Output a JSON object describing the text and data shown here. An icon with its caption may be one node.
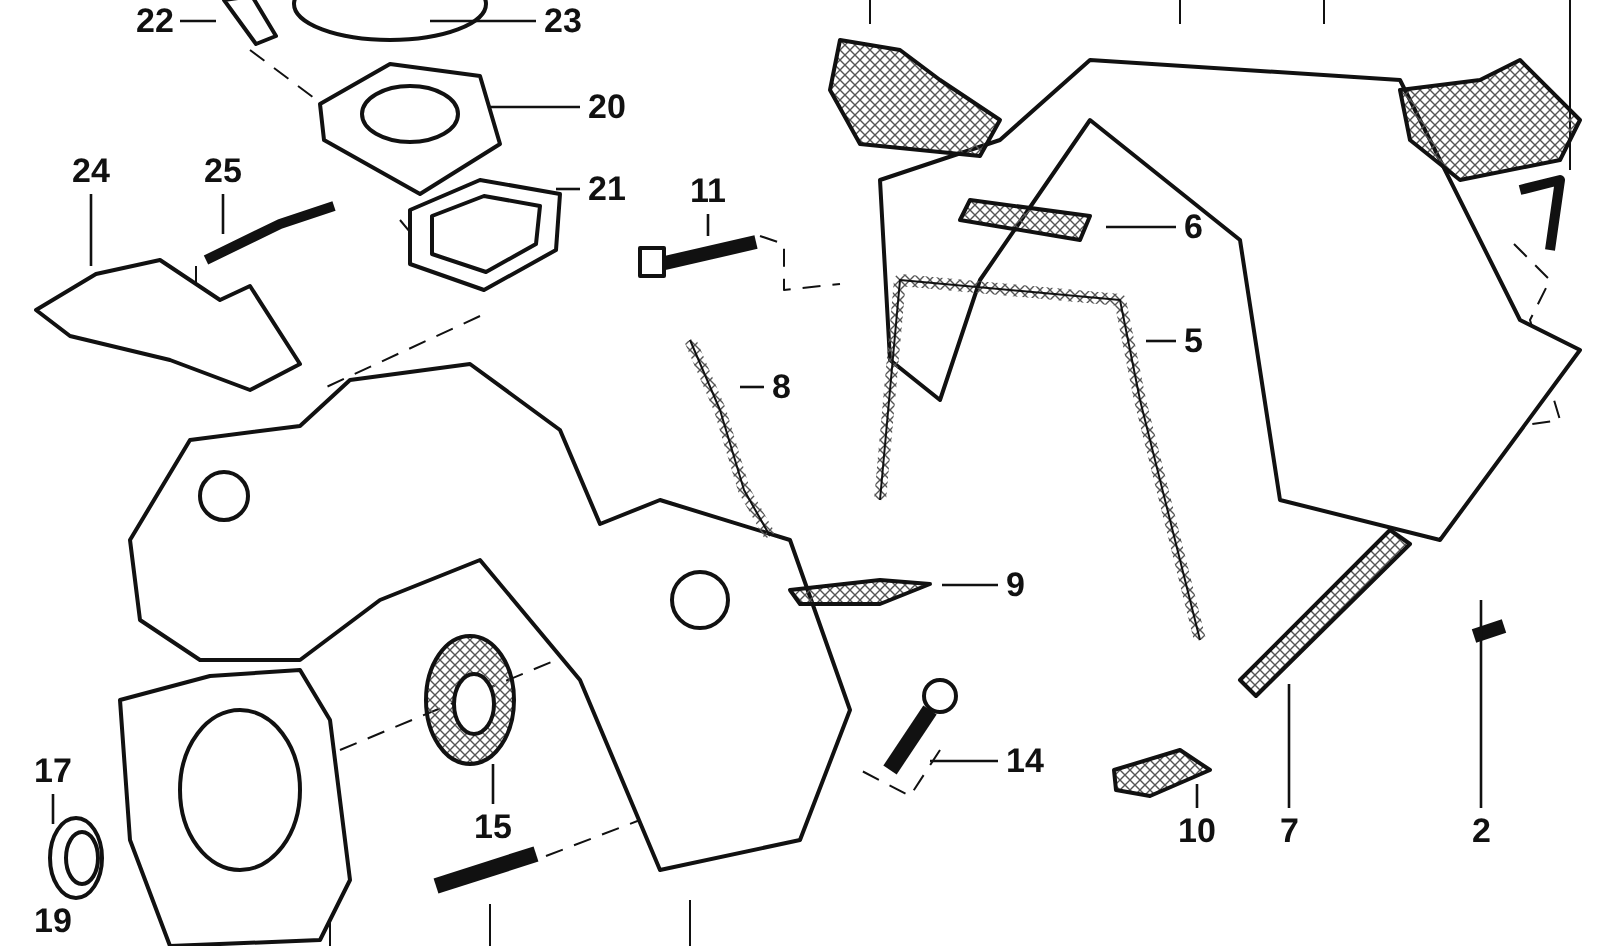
{
  "diagram": {
    "nodes": [
      {
        "text": [
          "22"
        ]
      },
      {
        "text": [
          "23"
        ]
      },
      {
        "text": [
          "20"
        ]
      },
      {
        "text": [
          "24"
        ]
      },
      {
        "text": [
          "25"
        ]
      },
      {
        "text": [
          "21"
        ]
      },
      {
        "text": [
          "11"
        ]
      },
      {
        "text": [
          "6"
        ]
      },
      {
        "text": [
          "5"
        ]
      },
      {
        "text": [
          "8"
        ]
      },
      {
        "text": [
          "9"
        ]
      },
      {
        "text": [
          "14"
        ]
      },
      {
        "text": [
          "17"
        ]
      },
      {
        "text": [
          "15"
        ]
      },
      {
        "text": [
          "10"
        ]
      },
      {
        "text": [
          "7"
        ]
      },
      {
        "text": [
          "2"
        ]
      },
      {
        "text": [],
        "shape": "picture"
      }
    ],
    "edges": [
      {
        "from": 0,
        "to": null,
        "arrow": "none"
      },
      {
        "from": 1,
        "to": null,
        "arrow": "none"
      },
      {
        "from": 2,
        "to": null,
        "arrow": "none"
      },
      {
        "from": 3,
        "to": null,
        "arrow": "none"
      },
      {
        "from": 4,
        "to": null,
        "arrow": "none"
      },
      {
        "from": 5,
        "to": null,
        "arrow": "none"
      },
      {
        "from": 6,
        "to": null,
        "arrow": "none"
      },
      {
        "from": 7,
        "to": null,
        "arrow": "none"
      },
      {
        "from": 8,
        "to": null,
        "arrow": "none"
      },
      {
        "from": 9,
        "to": null,
        "arrow": "none"
      },
      {
        "from": 10,
        "to": null,
        "arrow": "none"
      },
      {
        "from": 11,
        "to": null,
        "arrow": "none"
      },
      {
        "from": 12,
        "to": null,
        "arrow": "none"
      },
      {
        "from": 13,
        "to": 17,
        "arrow": "none"
      },
      {
        "from": 14,
        "to": null,
        "arrow": "none"
      },
      {
        "from": 15,
        "to": null,
        "arrow": "none"
      },
      {
        "from": 16,
        "to": null,
        "arrow": "none"
      }
    ],
    "labels": [
      "19"
    ]
  }
}
